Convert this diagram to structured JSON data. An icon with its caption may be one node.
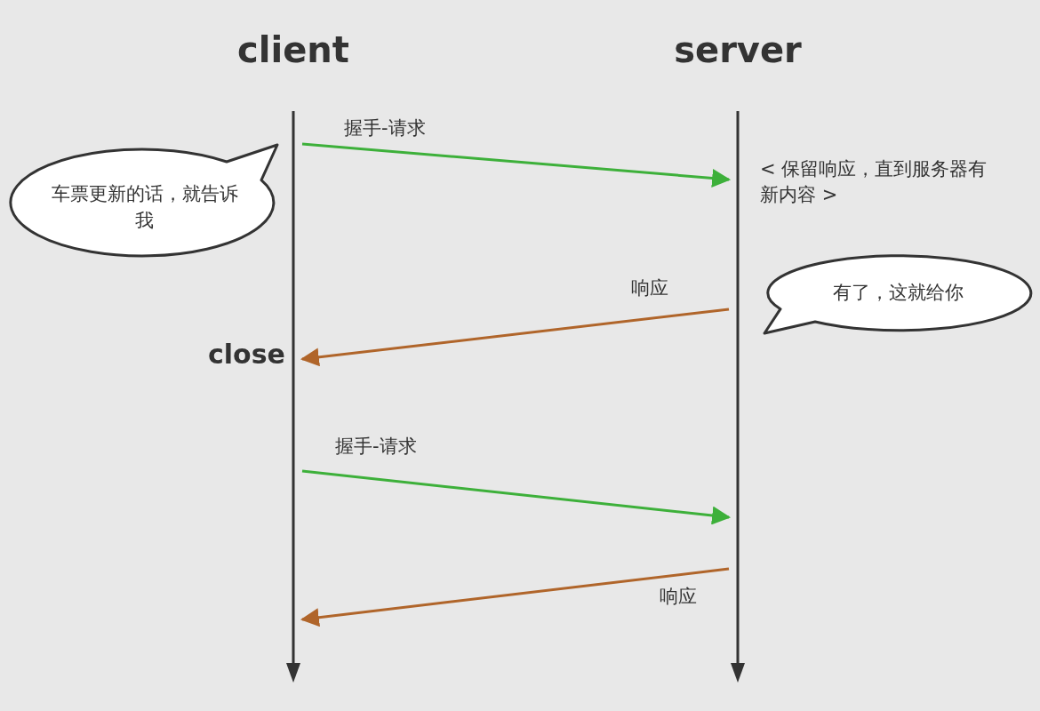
{
  "diagram": {
    "nodes": [
      {
        "text": [
          "client"
        ]
      },
      {
        "text": [
          "server"
        ]
      },
      {
        "text": [
          "车票更新的话，就告诉我"
        ]
      },
      {
        "text": [
          "有了，这就给你"
        ]
      }
    ],
    "edges": [
      {
        "from": 0,
        "to": 1,
        "arrow": "to",
        "label": "握手-请求",
        "color": "#3db03a"
      },
      {
        "from": 1,
        "to": 0,
        "arrow": "to",
        "label": "响应",
        "color": "#b0652a"
      },
      {
        "from": 0,
        "to": 1,
        "arrow": "to",
        "label": "握手-请求",
        "color": "#3db03a"
      },
      {
        "from": 1,
        "to": 0,
        "arrow": "to",
        "label": "响应",
        "color": "#b0652a"
      }
    ],
    "labels": [
      "< 保留响应，直到服务器有新内容 >",
      "close"
    ]
  }
}
